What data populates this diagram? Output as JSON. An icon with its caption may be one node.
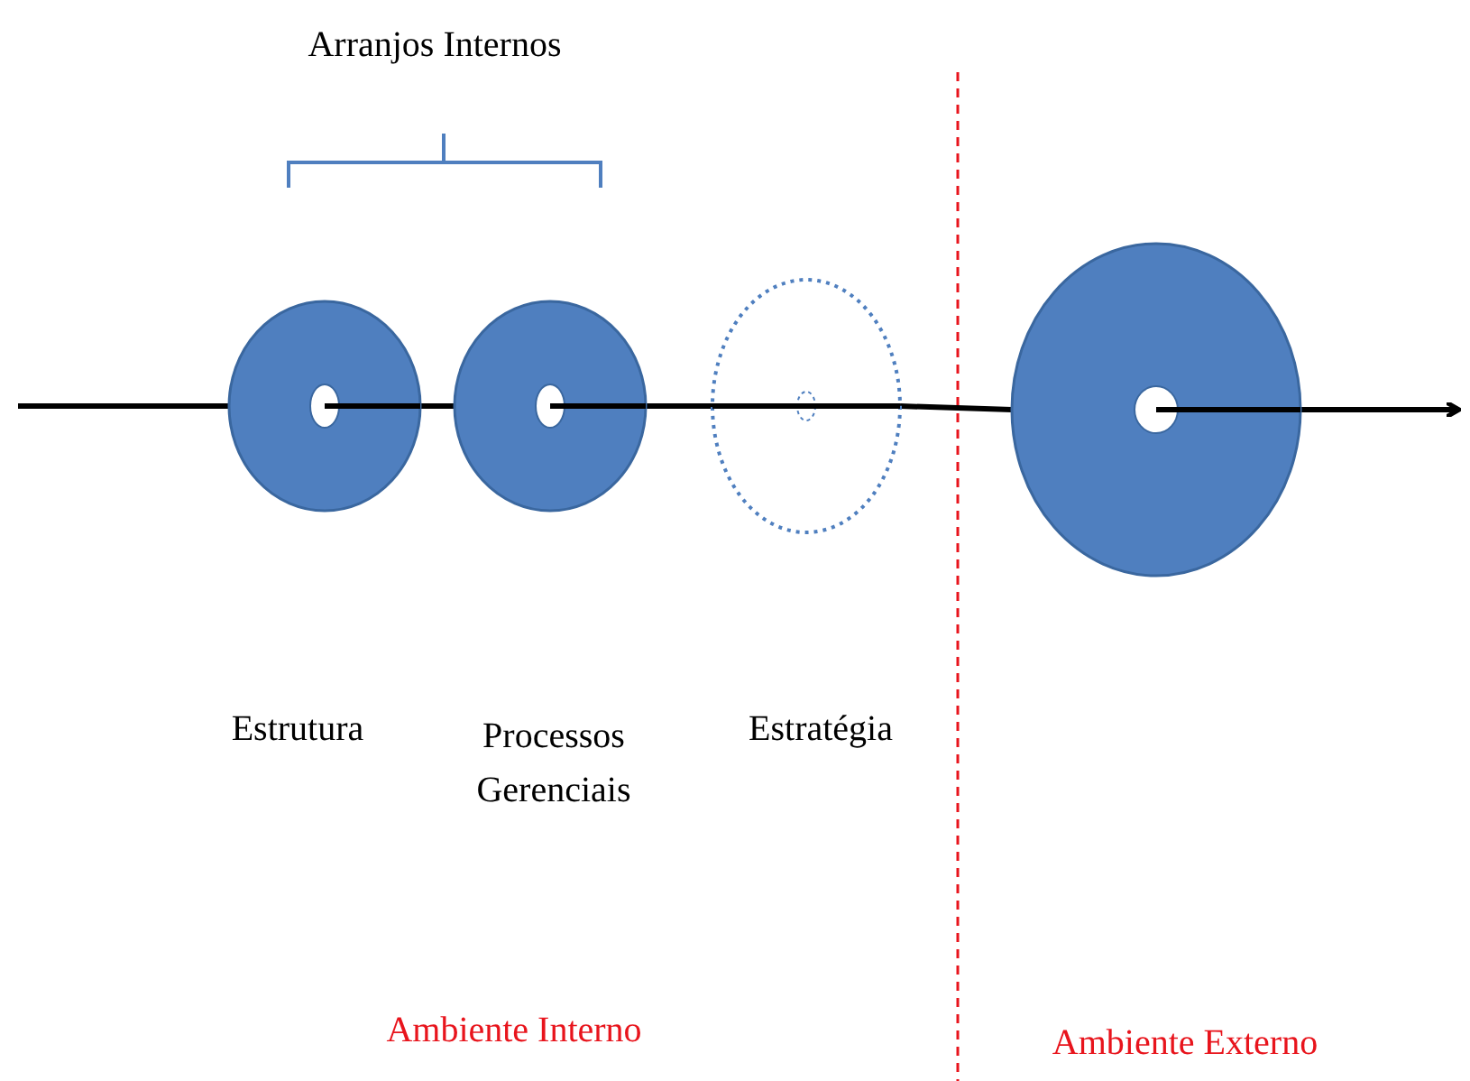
{
  "diagram": {
    "nodes": [
      {
        "text": [],
        "shape": "circle"
      },
      {
        "text": [],
        "shape": "circle"
      },
      {
        "text": [],
        "shape": "circle"
      },
      {
        "text": [],
        "shape": "circle"
      }
    ],
    "edges": [
      {
        "from": null,
        "to": 0,
        "arrow": "none"
      },
      {
        "from": 0,
        "to": 1,
        "arrow": "none"
      },
      {
        "from": 1,
        "to": 2,
        "arrow": "none"
      },
      {
        "from": 2,
        "to": 3,
        "arrow": "none"
      },
      {
        "from": 3,
        "to": null,
        "arrow": "to"
      }
    ],
    "labels": [
      "Arranjos Internos",
      "Estrutura",
      "Processos Gerenciais",
      "Estratégia",
      "Ambiente Interno",
      "Ambiente Externo"
    ]
  }
}
